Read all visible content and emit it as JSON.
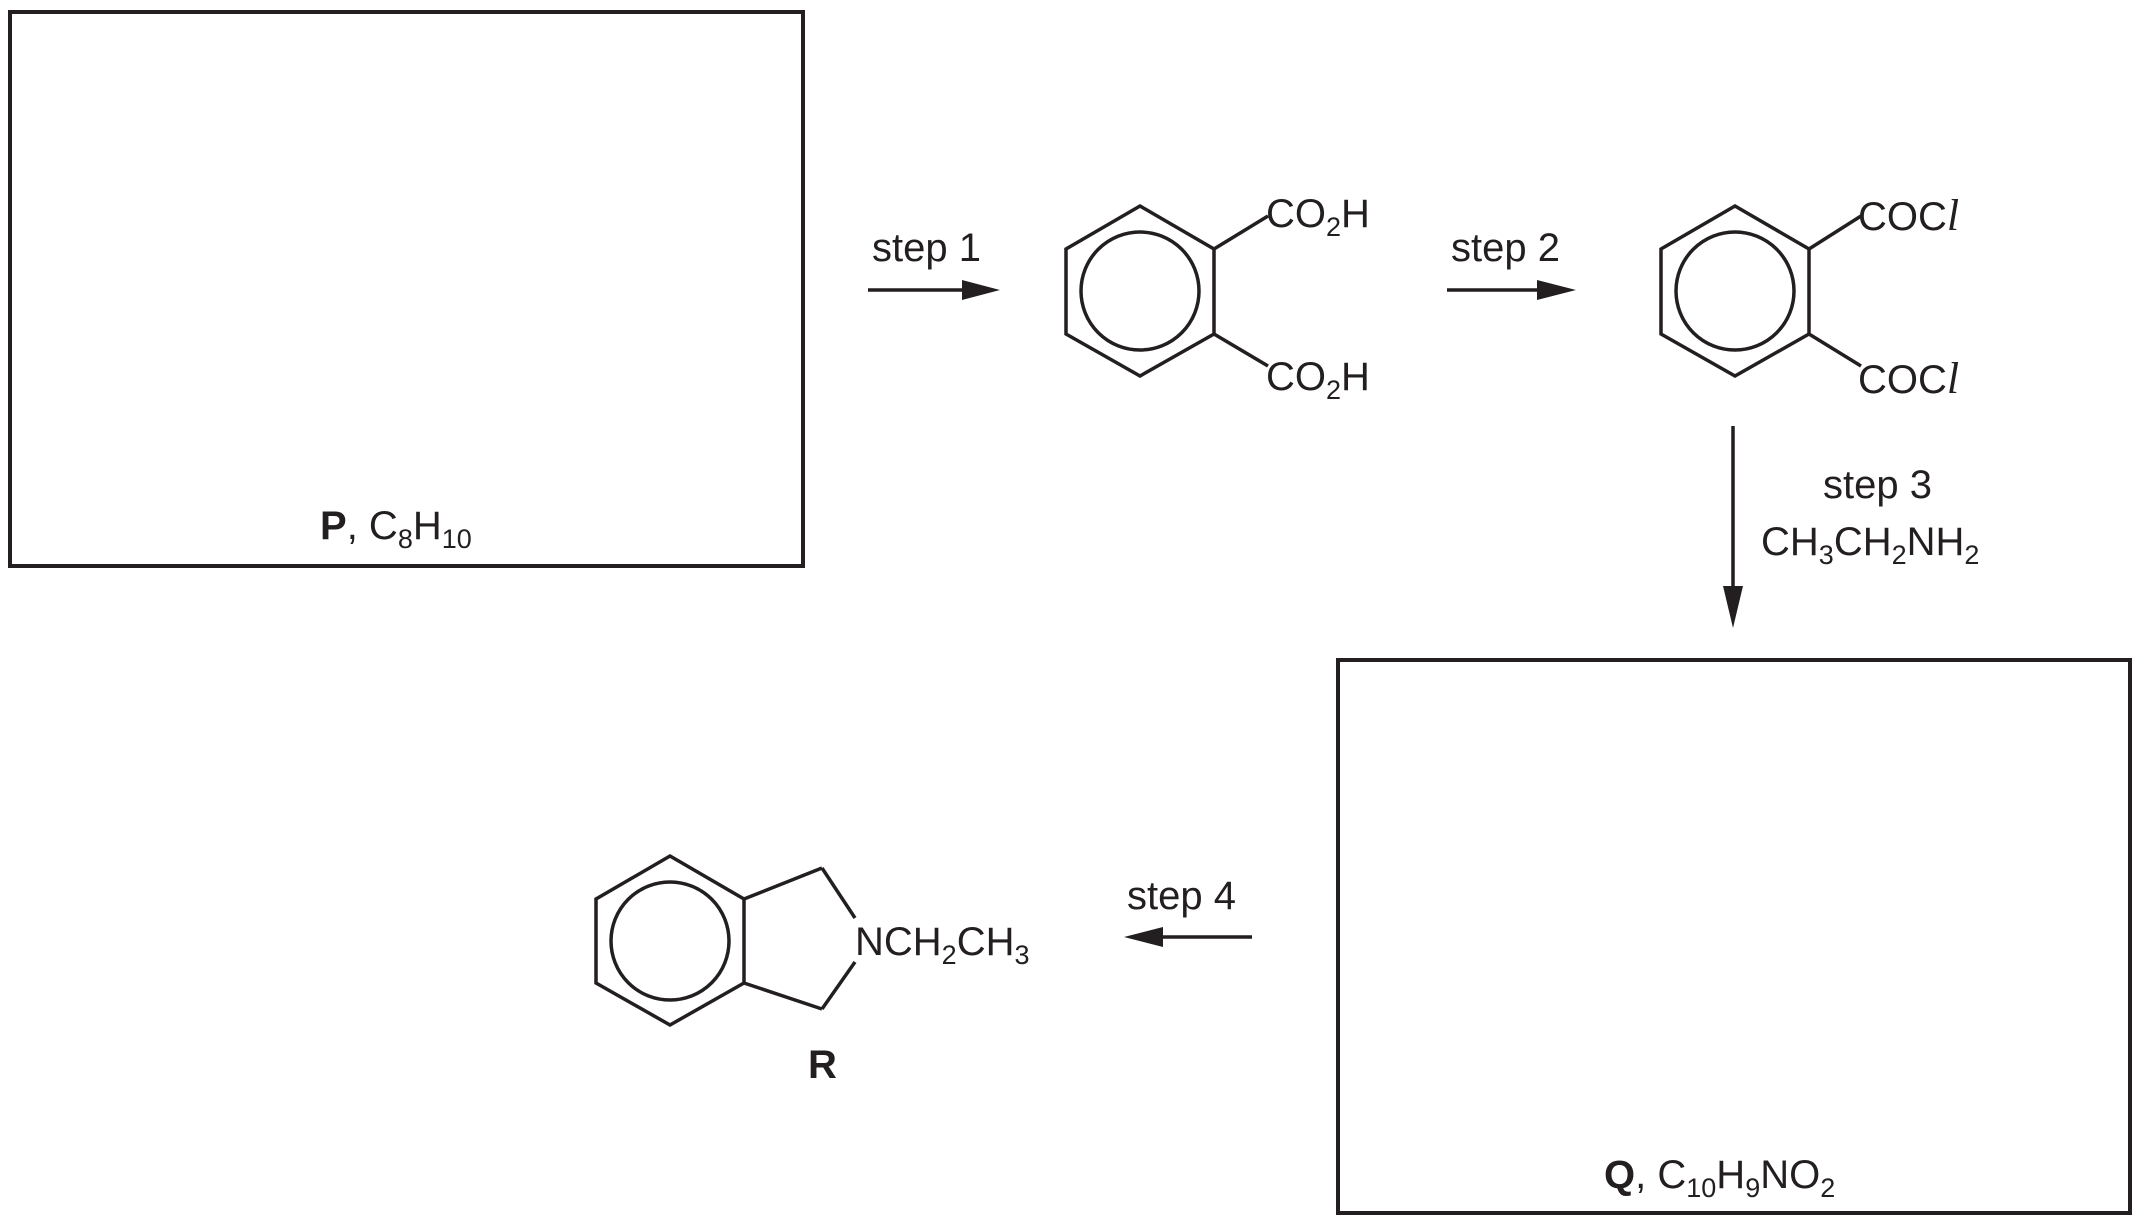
{
  "steps": {
    "step1": "step 1",
    "step2": "step 2",
    "step3": "step 3",
    "step4": "step 4",
    "step3_reagent": {
      "a": "CH",
      "a_sub": "3",
      "b": "CH",
      "b_sub": "2",
      "c": "NH",
      "c_sub": "2"
    }
  },
  "compounds": {
    "P": {
      "letter": "P",
      "sep": ", ",
      "f1": "C",
      "s1": "8",
      "f2": "H",
      "s2": "10"
    },
    "Q": {
      "letter": "Q",
      "sep": ", ",
      "f1": "C",
      "s1": "10",
      "f2": "H",
      "s2": "9",
      "f3": "NO",
      "s3": "2"
    },
    "R": {
      "letter": "R"
    },
    "phthalic_acid": {
      "group": "CO",
      "group_sub": "2",
      "group_end": "H"
    },
    "phthaloyl_chloride": {
      "group": "COC",
      "group_end": "l"
    },
    "R_substituent": {
      "a": "NCH",
      "a_sub": "2",
      "b": "CH",
      "b_sub": "3"
    }
  },
  "colors": {
    "ink": "#231f20",
    "background": "#ffffff"
  }
}
